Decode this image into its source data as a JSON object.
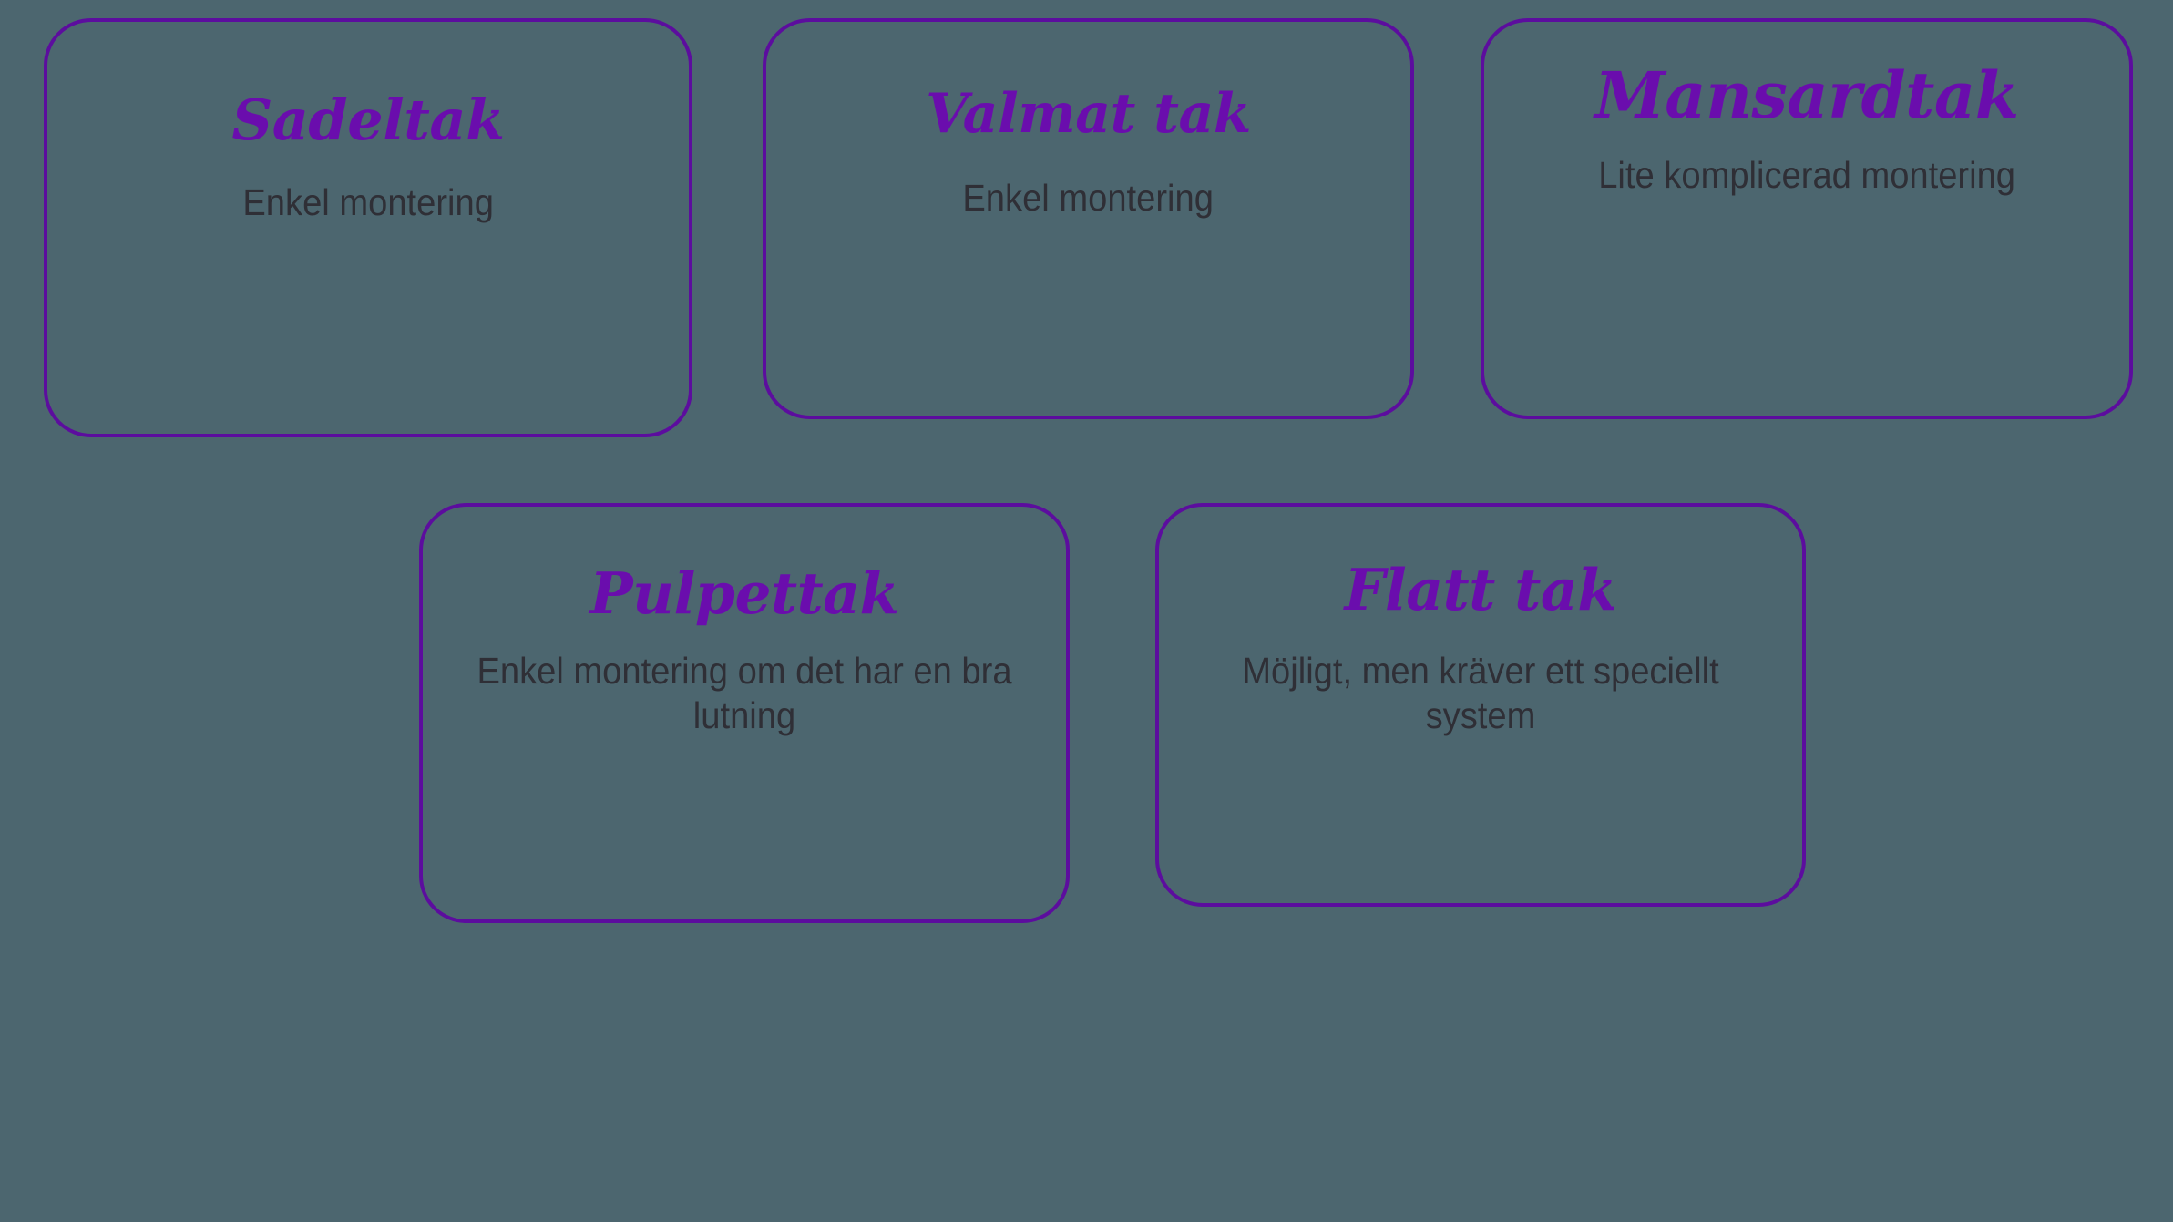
{
  "theme": {
    "background_color": "#4c666f",
    "card_border_color": "#5c0d9e",
    "title_color": "#6a0dad",
    "subtitle_color": "#2f2f36"
  },
  "cards": [
    {
      "id": "sadeltak",
      "title": "Sadeltak",
      "subtitle": "Enkel montering"
    },
    {
      "id": "valmat-tak",
      "title": "Valmat tak",
      "subtitle": "Enkel montering"
    },
    {
      "id": "mansardtak",
      "title": "Mansardtak",
      "subtitle": "Lite komplicerad montering"
    },
    {
      "id": "pulpettak",
      "title": "Pulpettak",
      "subtitle": "Enkel montering om det har en bra lutning"
    },
    {
      "id": "flatt-tak",
      "title": "Flatt tak",
      "subtitle": "Möjligt, men kräver ett speciellt system"
    }
  ]
}
